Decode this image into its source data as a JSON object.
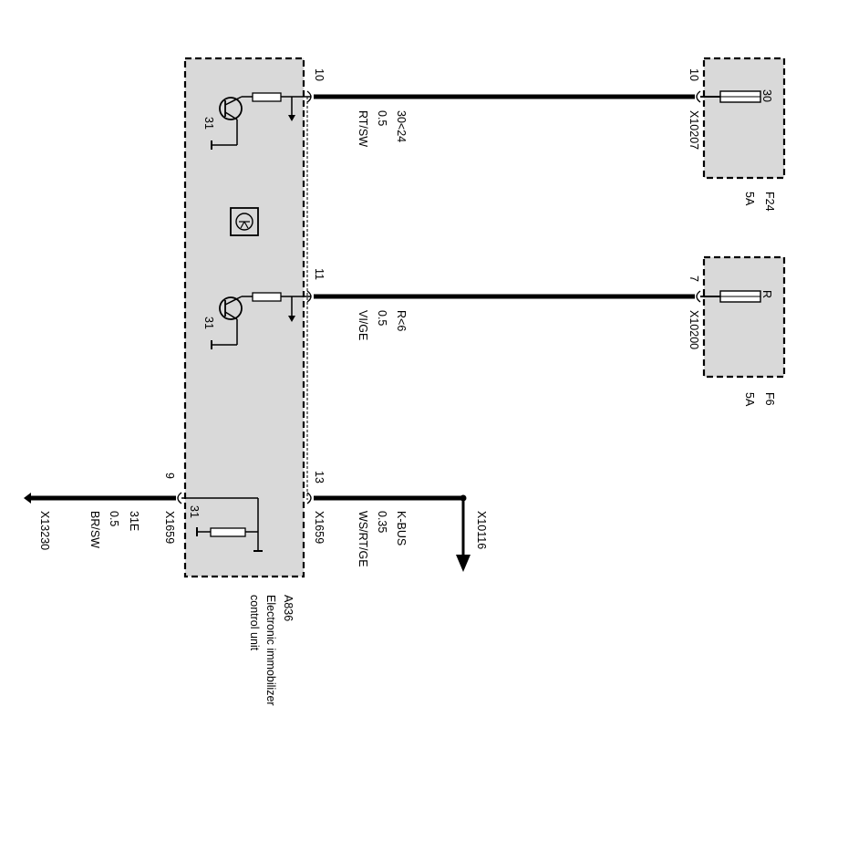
{
  "colors": {
    "box_fill": "#d9d9d9",
    "wire": "#000000",
    "background": "#ffffff"
  },
  "control_unit": {
    "id": "A836",
    "name": "Electronic immobilizer control unit"
  },
  "ground_label": "31",
  "wires": [
    {
      "pin": "10",
      "circuit": "30<24",
      "size": "0.5",
      "color": "RT/SW",
      "far_pin": "10",
      "far_connector": "X10207"
    },
    {
      "pin": "11",
      "circuit": "R<6",
      "size": "0.5",
      "color": "VI/GE",
      "far_pin": "7",
      "far_connector": "X10200"
    },
    {
      "pin": "13",
      "connector": "X1659",
      "circuit": "K-BUS",
      "size": "0.35",
      "color": "WS/RT/GE",
      "destination": "X10116"
    },
    {
      "pin": "9",
      "connector": "X1659",
      "circuit": "31E",
      "size": "0.5",
      "color": "BR/SW",
      "destination": "X13230"
    }
  ],
  "fuses": [
    {
      "id": "F24",
      "rating": "5A",
      "terminal": "30"
    },
    {
      "id": "F6",
      "rating": "5A",
      "terminal": "R"
    }
  ]
}
